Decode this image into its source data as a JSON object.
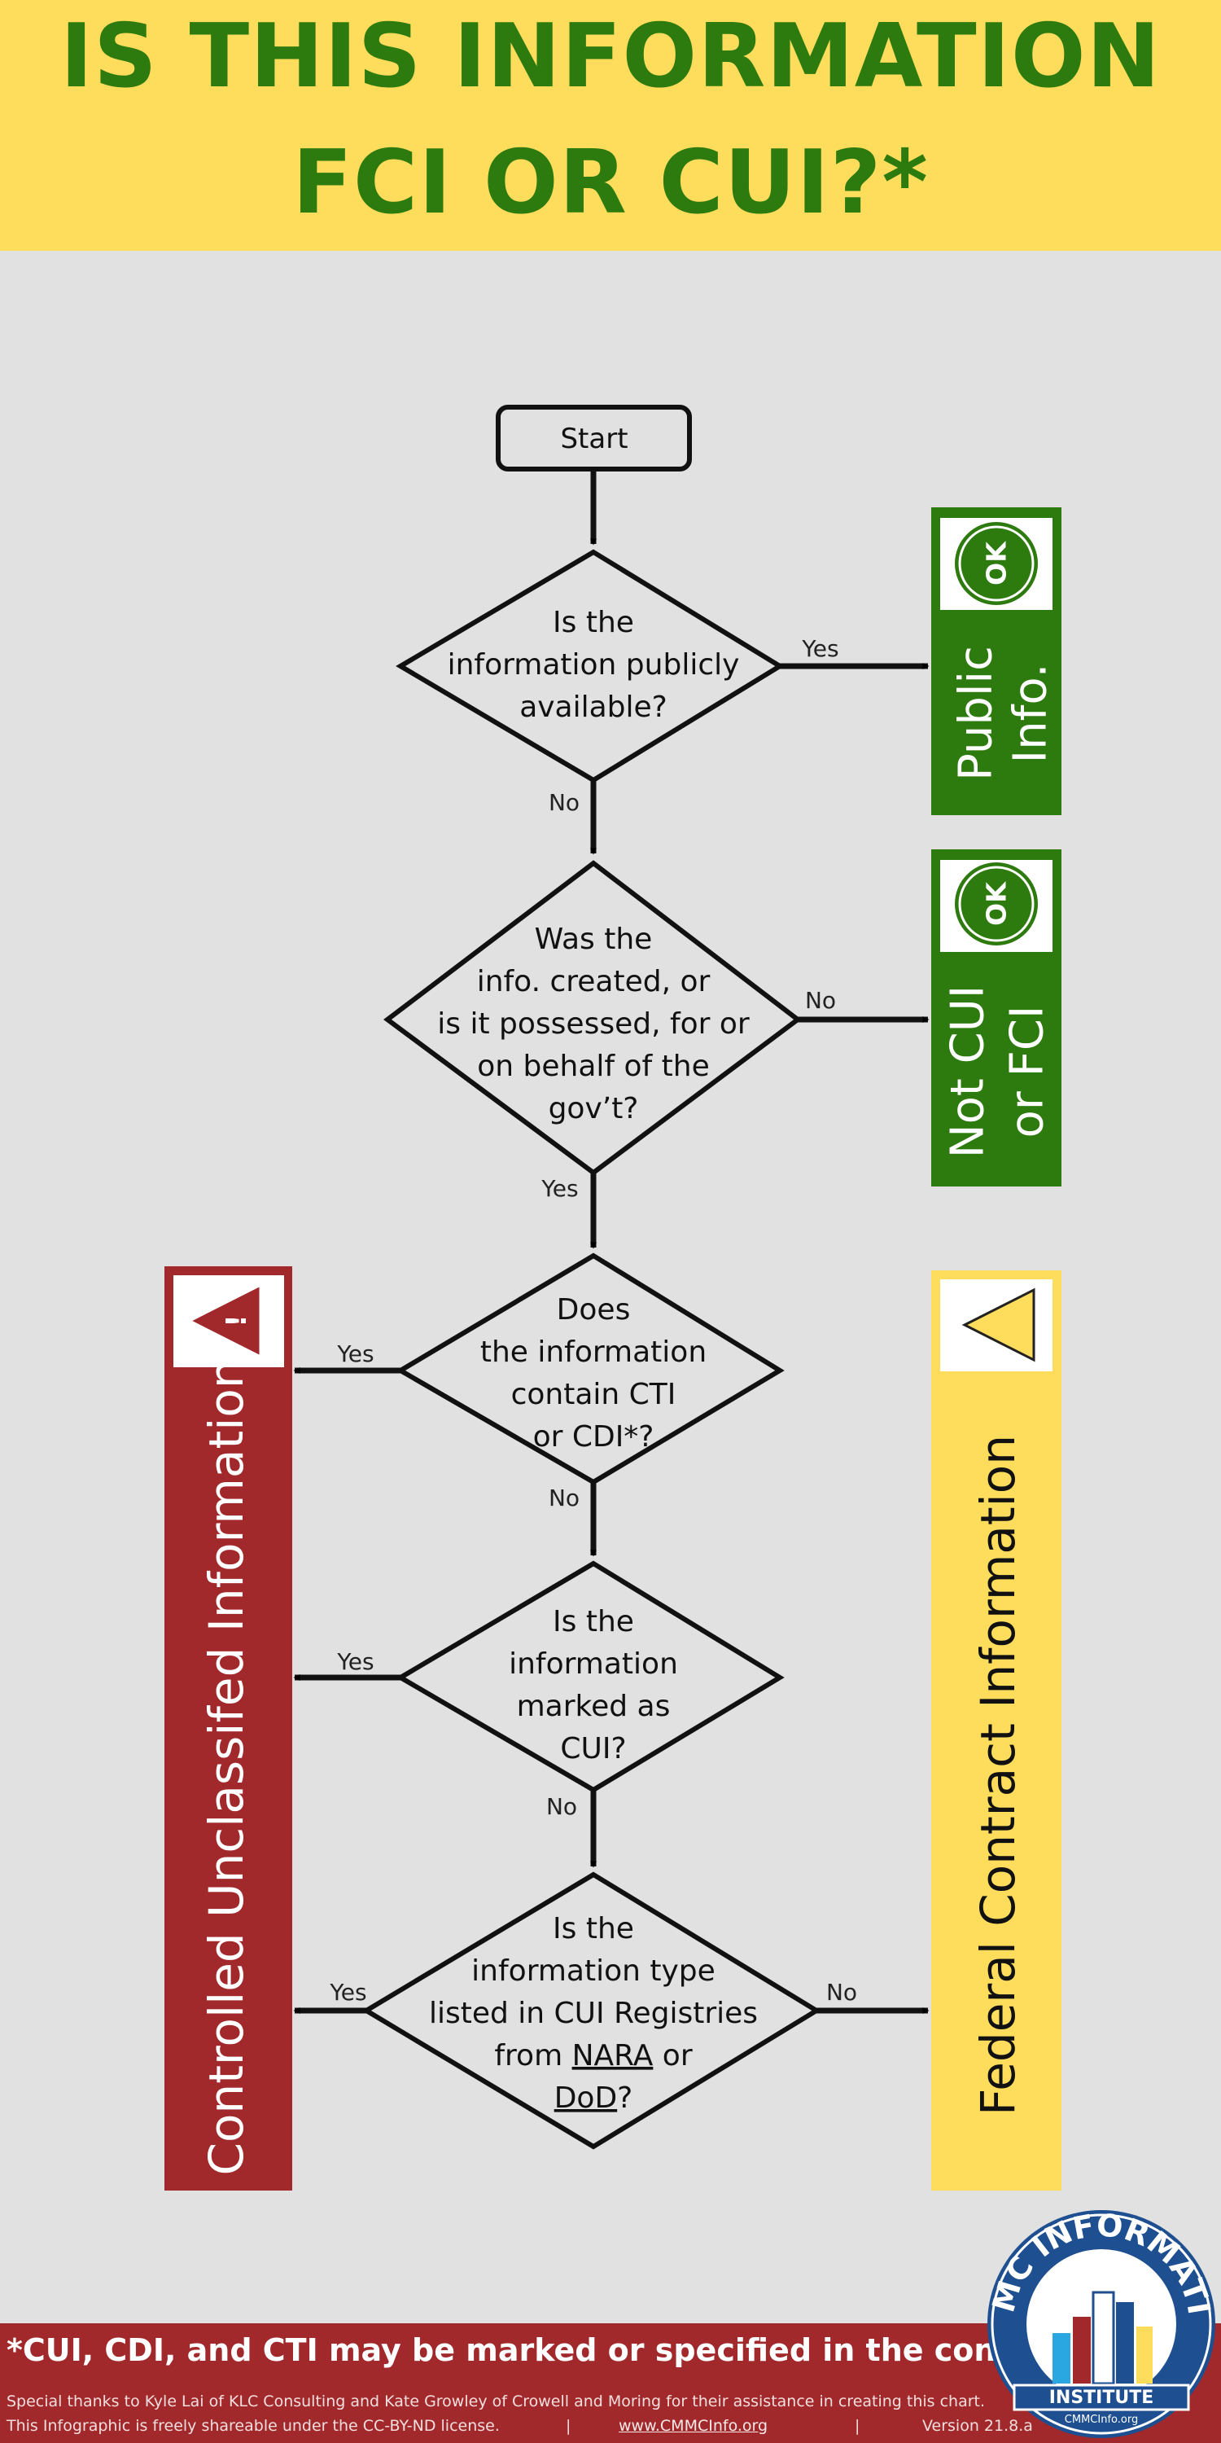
{
  "header": {
    "title_line_1": "IS THIS INFORMATION",
    "title_line_2": "FCI OR CUI?*"
  },
  "flowchart": {
    "start": "Start",
    "q1": [
      "Is the",
      "information publicly",
      "available?"
    ],
    "q2": [
      "Was the",
      "info. created, or",
      "is it possessed, for or",
      "on behalf of the",
      "gov’t?"
    ],
    "q3": [
      "Does",
      "the information",
      "contain CTI",
      "or CDI*?"
    ],
    "q4": [
      "Is the",
      "information",
      "marked as",
      "CUI?"
    ],
    "q5_lines": [
      "Is the",
      "information type",
      "listed in CUI Registries"
    ],
    "q5_from": "from ",
    "q5_nara": "NARA",
    "q5_or": " or",
    "q5_dod": "DoD",
    "q5_end": "?",
    "yes": "Yes",
    "no": "No"
  },
  "outcomes": {
    "public": [
      "Public",
      "Info."
    ],
    "not_cui": [
      "Not CUI",
      "or FCI"
    ],
    "cui": "Controlled Unclassifed Information",
    "fci": "Federal Contract Information",
    "ok": "OK"
  },
  "colors": {
    "green": "#2d7a0e",
    "red": "#a2292b",
    "yellow": "#fedd5c",
    "background": "#e1e1e1"
  },
  "logo": {
    "ring_text": "CMMC INFORMATION",
    "banner": "INSTITUTE",
    "url": "CMMCInfo.org"
  },
  "footer": {
    "footnote": "*CUI, CDI, and CTI may be marked or specified in the contract.",
    "thanks": "Special thanks to Kyle Lai of KLC Consulting and Kate Growley of Crowell and Moring for their assistance in creating this chart.",
    "license": "This Infographic is freely shareable under the CC-BY-ND license.",
    "separator": "|",
    "site": "www.CMMCInfo.org",
    "version": "Version 21.8.a"
  }
}
